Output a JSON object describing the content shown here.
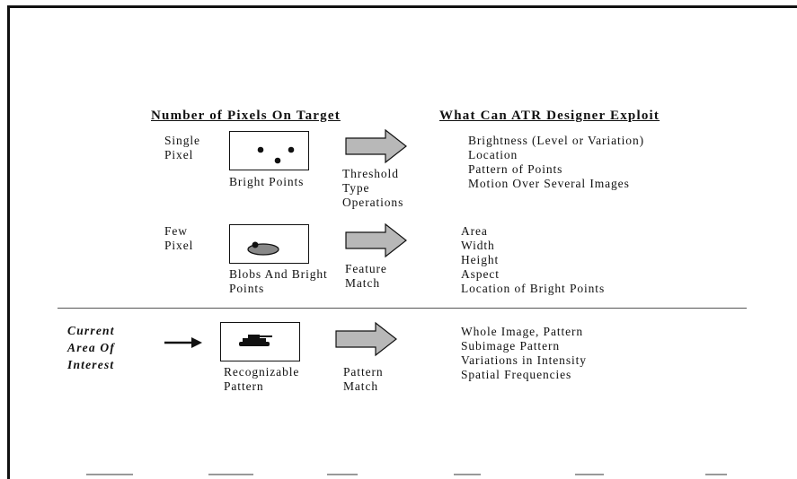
{
  "headers": {
    "left": "Number of Pixels On Target",
    "right": "What Can ATR Designer Exploit"
  },
  "rows": [
    {
      "label": [
        "Single",
        "Pixel"
      ],
      "box_caption": [
        "Bright Points"
      ],
      "operation": [
        "Threshold",
        "Type",
        "Operations"
      ],
      "exploits": [
        "Brightness (Level or Variation)",
        "Location",
        "Pattern of Points",
        "Motion Over Several Images"
      ]
    },
    {
      "label": [
        "Few",
        "Pixel"
      ],
      "box_caption": [
        "Blobs And Bright",
        "Points"
      ],
      "operation": [
        "Feature",
        "Match"
      ],
      "exploits": [
        "Area",
        "Width",
        "Height",
        "Aspect",
        "Location of Bright Points"
      ]
    },
    {
      "label": [
        "Current",
        "Area Of",
        "Interest"
      ],
      "box_caption": [
        "Recognizable",
        "Pattern"
      ],
      "operation": [
        "Pattern",
        "Match"
      ],
      "exploits": [
        "Whole Image, Pattern",
        "Subimage Pattern",
        "Variations in Intensity",
        "Spatial Frequencies"
      ]
    }
  ],
  "colors": {
    "arrow_fill": "#b8b8b8",
    "ink": "#111111"
  }
}
